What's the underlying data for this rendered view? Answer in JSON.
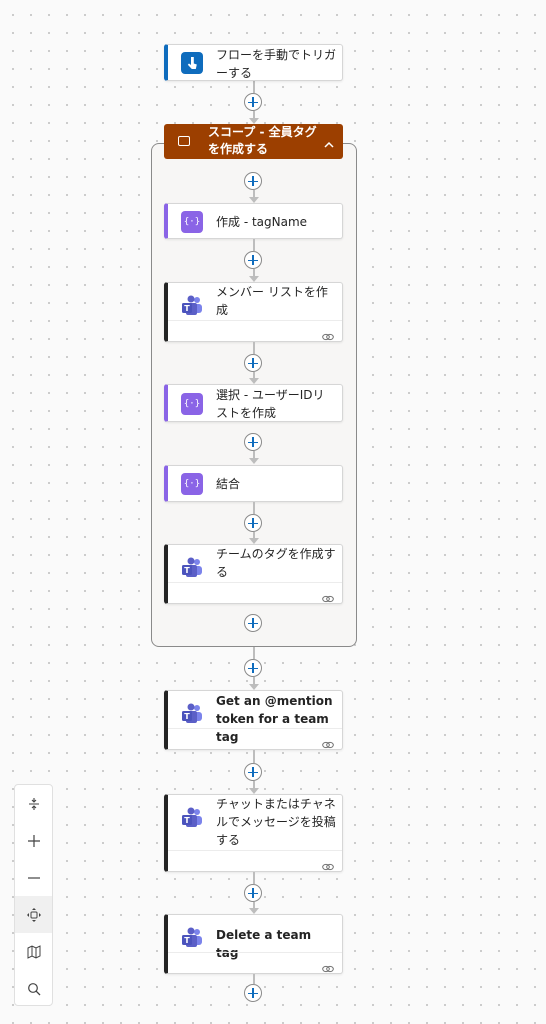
{
  "flow": {
    "trigger": {
      "title": "フローを手動でトリガーする",
      "icon": "touch-icon"
    },
    "scope": {
      "title": "スコープ - 全員タグを作成する",
      "icon": "scope-icon",
      "collapse_icon": "chevron-up-icon"
    },
    "scope_steps": [
      {
        "title": "作成 - tagName",
        "icon": "compose-icon"
      },
      {
        "title": "メンバー リストを作成",
        "icon": "teams-icon"
      },
      {
        "title": "選択 - ユーザーIDリストを作成",
        "icon": "compose-icon"
      },
      {
        "title": "結合",
        "icon": "compose-icon"
      },
      {
        "title": "チームのタグを作成する",
        "icon": "teams-icon"
      }
    ],
    "steps": [
      {
        "title": "Get an @mention token for a team tag",
        "icon": "teams-icon"
      },
      {
        "title": "チャットまたはチャネルでメッセージを投稿する",
        "icon": "teams-icon"
      },
      {
        "title": "Delete a team tag",
        "icon": "teams-icon"
      }
    ]
  },
  "toolbar": {
    "items": [
      "collapse-icon",
      "zoom-in-icon",
      "zoom-out-icon",
      "fit-view-icon",
      "minimap-icon",
      "search-icon"
    ]
  },
  "colors": {
    "accent": "#0f6cbd",
    "scope": "#9c3f00",
    "compose": "#8a64e6",
    "teams": "#5b5fc7"
  }
}
